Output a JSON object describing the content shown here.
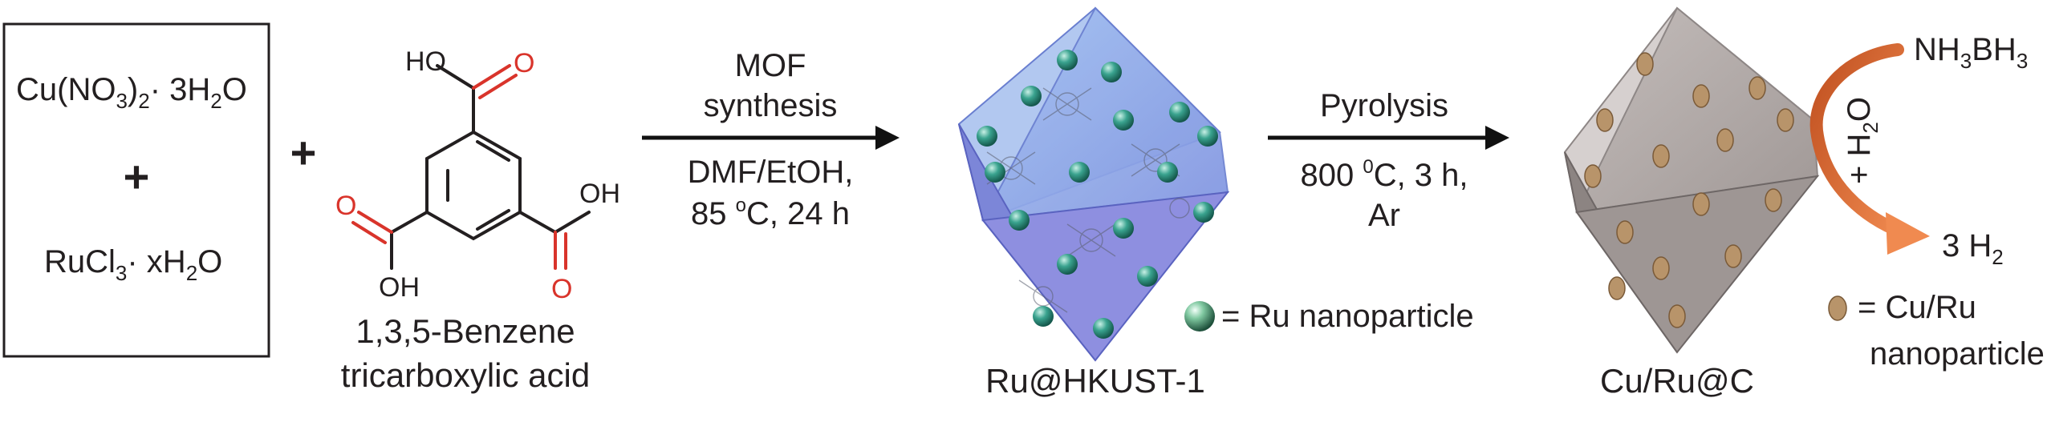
{
  "reactants": {
    "copper_salt": {
      "main": "Cu(NO",
      "sub1": "3",
      "mid": ")",
      "sub2": "2",
      "tail": "· 3H",
      "sub3": "2",
      "end": "O"
    },
    "plus_inner": "+",
    "ruthenium_salt": {
      "main": "RuCl",
      "sub1": "3",
      "mid": "· xH",
      "sub2": "2",
      "end": "O"
    },
    "plus_outer": "+"
  },
  "linker": {
    "name_line1": "1,3,5-Benzene",
    "name_line2": "tricarboxylic acid",
    "atoms": {
      "ho": "HO",
      "o_top": "O",
      "o_left": "O",
      "oh_left": "OH",
      "o_right": "O",
      "oh_right": "OH"
    }
  },
  "step1": {
    "above_line1": "MOF",
    "above_line2": "synthesis",
    "below_line1": "DMF/EtOH,",
    "below_pre": "85 ",
    "below_sup": "o",
    "below_post": "C, 24 h"
  },
  "intermediate": {
    "label": "Ru@HKUST-1",
    "legend_text": "= Ru nanoparticle"
  },
  "step2": {
    "above": "Pyrolysis",
    "below_pre": "800 ",
    "below_sup": "0",
    "below_post": "C, 3 h,",
    "below_line2": "Ar"
  },
  "product": {
    "label": "Cu/Ru@C",
    "legend_line1": "= Cu/Ru",
    "legend_line2": "nanoparticle"
  },
  "reaction": {
    "reagent": {
      "a": "NH",
      "s1": "3",
      "b": "BH",
      "s2": "3"
    },
    "water": {
      "a": "+ H",
      "s": "2",
      "b": "O"
    },
    "product": {
      "a": "3 H",
      "s": "2"
    }
  },
  "colors": {
    "oxygen_red": "#d9342b",
    "octahedron_blue": "#8fa8e8",
    "ru_particle_teal": "#2f8f7f",
    "carbon_gray": "#a29b98",
    "cu_ru_particle_tan": "#b8946a",
    "reaction_arrow_orange": "#e0703a"
  }
}
